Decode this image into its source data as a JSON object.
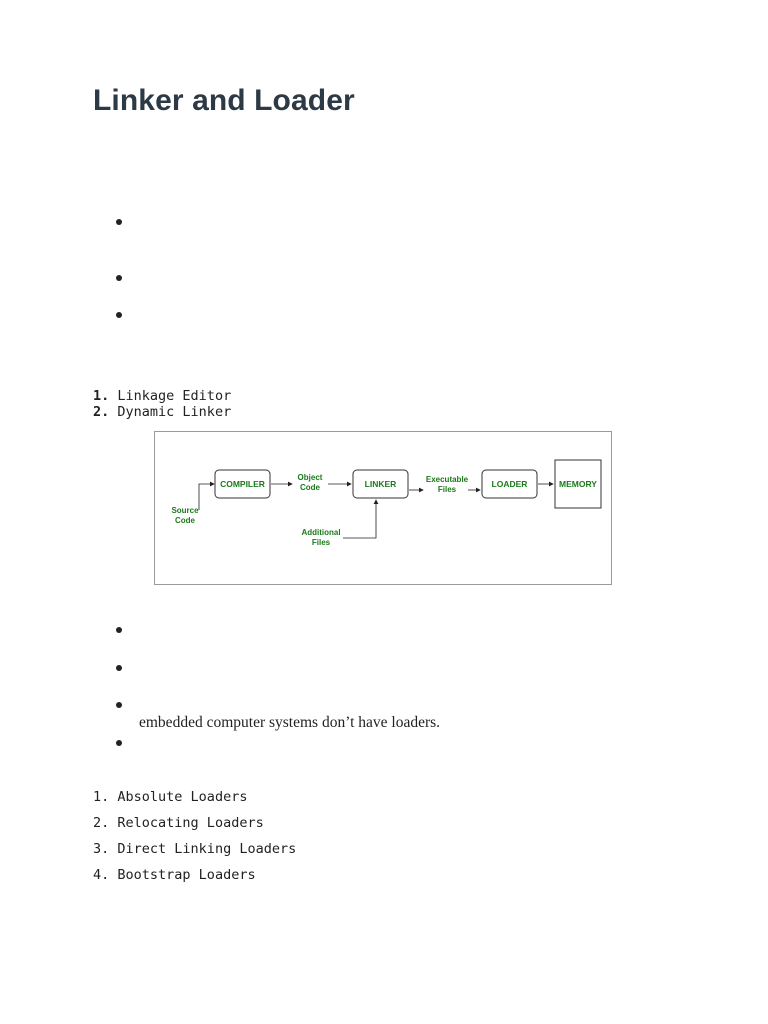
{
  "title": "Linker and Loader",
  "linker_types": [
    {
      "num": "1.",
      "label": "Linkage Editor"
    },
    {
      "num": "2.",
      "label": "Dynamic Linker"
    }
  ],
  "diagram": {
    "source": [
      "Source",
      "Code"
    ],
    "compiler": "COMPILER",
    "object_code": [
      "Object",
      "Code"
    ],
    "linker": "LINKER",
    "additional": [
      "Additional",
      "Files"
    ],
    "executable": [
      "Executable",
      "Files"
    ],
    "loader": "LOADER",
    "memory": "MEMORY"
  },
  "loader_note": "embedded computer systems don’t have loaders.",
  "loader_types": [
    {
      "num": "1.",
      "label": "Absolute Loaders"
    },
    {
      "num": "2.",
      "label": "Relocating Loaders"
    },
    {
      "num": "3.",
      "label": "Direct Linking Loaders"
    },
    {
      "num": "4.",
      "label": "Bootstrap Loaders"
    }
  ]
}
